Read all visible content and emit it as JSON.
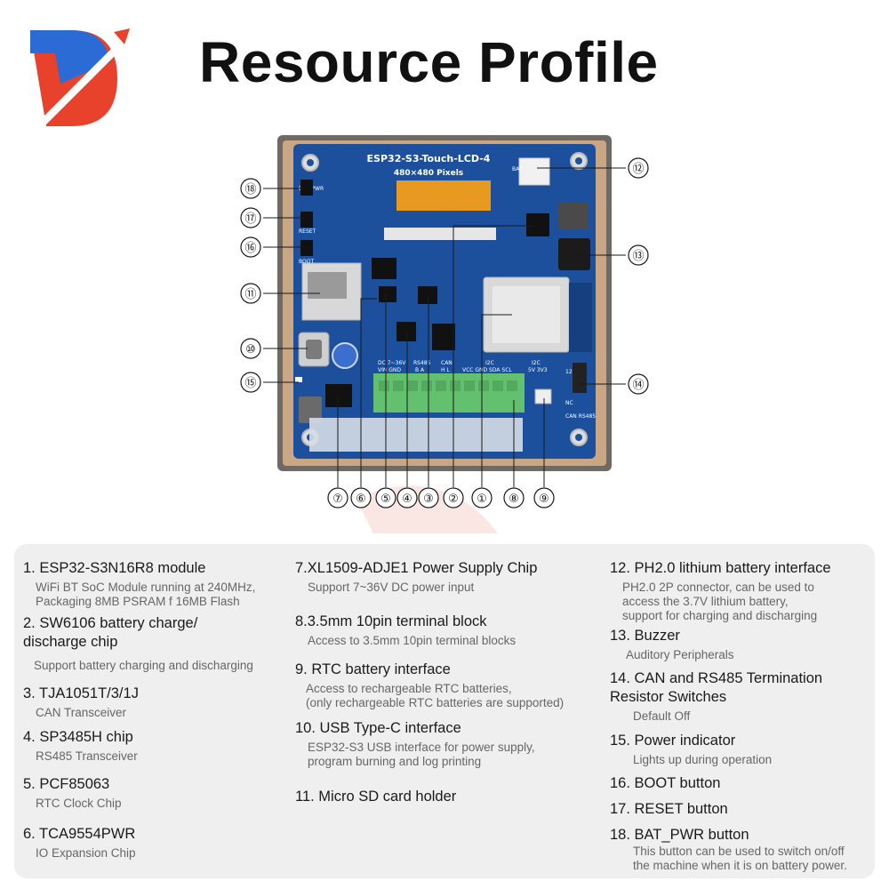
{
  "title": "Resource Profile",
  "board": {
    "name": "ESP32-S3-Touch-LCD-4",
    "resolution": "480×480 Pixels",
    "silkscreen": {
      "bat_pwr": "BAT_PWR",
      "reset": "RESET",
      "boot": "BOOT",
      "bat": "BAT",
      "dc": "DC 7~36V",
      "vin_gnd": "VIN GND",
      "rs485": "RS485",
      "rs485_ab": "B  A",
      "can": "CAN",
      "can_hl": "H  L",
      "i2c": "I2C",
      "i2c_pins": "VCC GND SDA SCL",
      "i2c_5v": "I2C",
      "i2c_5v_pins": "5V 3V3",
      "r120": "120R",
      "nc": "NC",
      "can_rs485": "CAN RS485"
    }
  },
  "callouts": [
    "①",
    "②",
    "③",
    "④",
    "⑤",
    "⑥",
    "⑦",
    "⑧",
    "⑨",
    "⑩",
    "⑪",
    "⑫",
    "⑬",
    "⑭",
    "⑮",
    "⑯",
    "⑰",
    "⑱"
  ],
  "features": {
    "col1": [
      {
        "title": "1. ESP32-S3N16R8 module",
        "desc": [
          "WiFi BT SoC Module running at 240MHz,",
          "Packaging 8MB PSRAM f 16MB Flash"
        ]
      },
      {
        "title": [
          "2. SW6106 battery charge/",
          "discharge chip"
        ],
        "desc": [
          "Support battery charging and discharging"
        ]
      },
      {
        "title": "3. TJA1051T/3/1J",
        "desc": [
          "CAN Transceiver"
        ]
      },
      {
        "title": "4. SP3485H chip",
        "desc": [
          "RS485 Transceiver"
        ]
      },
      {
        "title": "5. PCF85063",
        "desc": [
          "RTC Clock Chip"
        ]
      },
      {
        "title": "6. TCA9554PWR",
        "desc": [
          "IO Expansion Chip"
        ]
      }
    ],
    "col2": [
      {
        "title": "7.XL1509-ADJE1 Power Supply Chip",
        "desc": [
          "Support 7~36V DC power input"
        ]
      },
      {
        "title": "8.3.5mm 10pin terminal block",
        "desc": [
          "Access to 3.5mm 10pin terminal blocks"
        ]
      },
      {
        "title": "9. RTC battery interface",
        "desc": [
          "Access to rechargeable RTC batteries,",
          "(only rechargeable RTC batteries are supported)"
        ]
      },
      {
        "title": "10. USB Type-C interface",
        "desc": [
          "ESP32-S3 USB interface for power supply,",
          "program burning and log printing"
        ]
      },
      {
        "title": "11. Micro SD card holder",
        "desc": []
      }
    ],
    "col3": [
      {
        "title": "12. PH2.0 lithium battery interface",
        "desc": [
          "PH2.0 2P connector, can be used to",
          "access the 3.7V lithium battery,",
          "support for charging and discharging"
        ]
      },
      {
        "title": "13. Buzzer",
        "desc": [
          "Auditory Peripherals"
        ]
      },
      {
        "title": [
          "14. CAN and RS485 Termination",
          "Resistor Switches"
        ],
        "desc": [
          "Default Off"
        ]
      },
      {
        "title": "15. Power indicator",
        "desc": [
          "Lights up during operation"
        ]
      },
      {
        "title": "16. BOOT button",
        "desc": []
      },
      {
        "title": "17. RESET button",
        "desc": []
      },
      {
        "title": "18. BAT_PWR button",
        "desc": [
          "This button can be used to switch on/off",
          "the machine when it is on battery power."
        ]
      }
    ]
  },
  "colors": {
    "board": "#1c4f9c",
    "terminal": "#62c06e",
    "frame": "#6f6a63",
    "logo_blue": "#2a6bd6",
    "logo_red": "#e8412c"
  }
}
